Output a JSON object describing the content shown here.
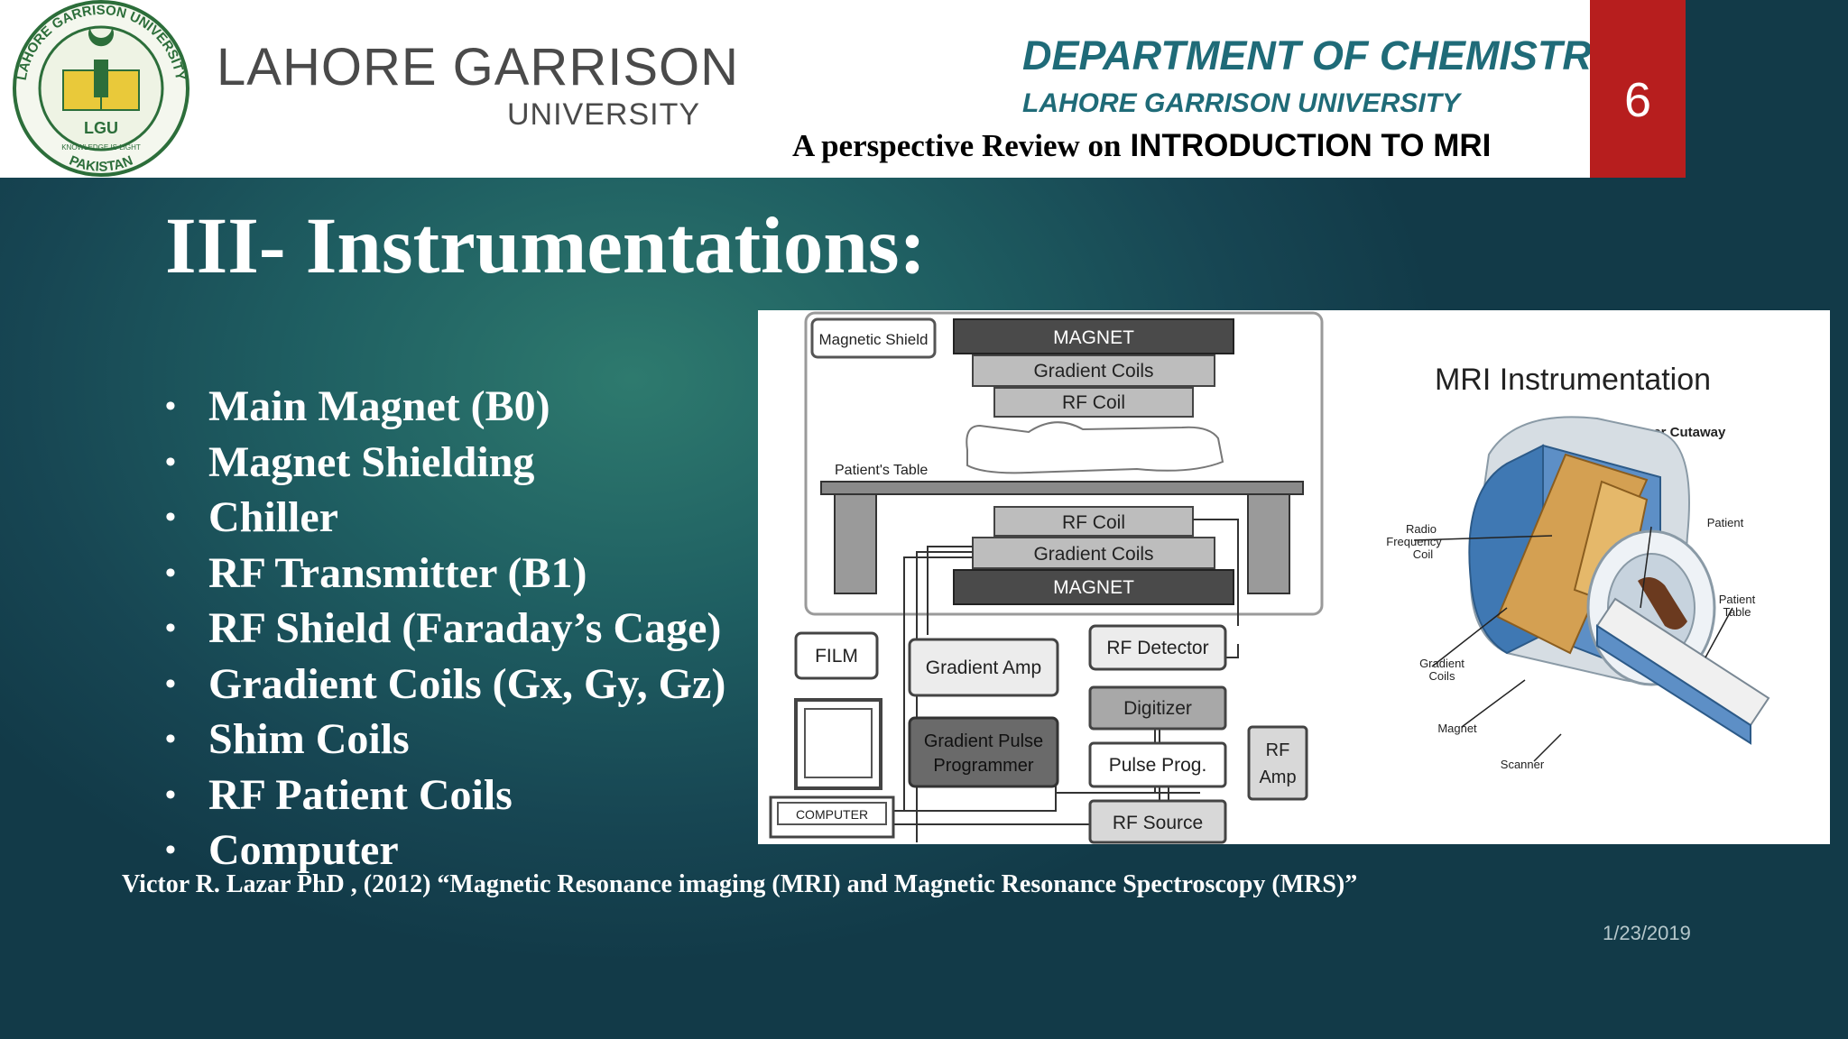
{
  "header": {
    "logo": {
      "ring_text_top": "LAHORE GARRISON UNIVERSITY",
      "ring_text_bottom": "PAKISTAN",
      "inner_text": "LGU",
      "motto": "KNOWLEDGE IS LIGHT"
    },
    "university_name": "LAHORE GARRISON",
    "university_sub": "UNIVERSITY",
    "department": "DEPARTMENT OF CHEMISTRY",
    "department_sub": "LAHORE GARRISON UNIVERSITY",
    "review_prefix": "A perspective Review on",
    "review_topic": "INTRODUCTION TO MRI"
  },
  "slide_number": "6",
  "title": "III- Instrumentations:",
  "bullets": [
    "Main Magnet (B0)",
    "Magnet Shielding",
    "Chiller",
    "RF Transmitter (B1)",
    "RF Shield (Faraday’s Cage)",
    "Gradient Coils (Gx, Gy, Gz)",
    "Shim Coils",
    "RF Patient Coils",
    "Computer"
  ],
  "bullet_char": "•",
  "figure": {
    "magnetic_shield": "Magnetic Shield",
    "magnet_top": "MAGNET",
    "gradient_coils_top": "Gradient Coils",
    "rf_coil_top": "RF Coil",
    "patients_table": "Patient's Table",
    "rf_coil_bottom": "RF Coil",
    "gradient_coils_bottom": "Gradient Coils",
    "magnet_bottom": "MAGNET",
    "film": "FILM",
    "gradient_amp": "Gradient Amp",
    "rf_detector": "RF Detector",
    "digitizer": "Digitizer",
    "gradient_pulse_line1": "Gradient Pulse",
    "gradient_pulse_line2": "Programmer",
    "pulse_prog": "Pulse Prog.",
    "rf_amp_line1": "RF",
    "rf_amp_line2": "Amp",
    "computer": "COMPUTER",
    "rf_source": "RF Source",
    "mri_title": "MRI Instrumentation",
    "cutaway_title": "MRI Scanner Cutaway",
    "label_rf_line1": "Radio",
    "label_rf_line2": "Frequency",
    "label_rf_line3": "Coil",
    "label_patient": "Patient",
    "label_patient_table_line1": "Patient",
    "label_patient_table_line2": "Table",
    "label_gradient_line1": "Gradient",
    "label_gradient_line2": "Coils",
    "label_magnet": "Magnet",
    "label_scanner": "Scanner"
  },
  "citation": "Victor R. Lazar PhD , (2012) “Magnetic Resonance imaging (MRI) and Magnetic Resonance Spectroscopy (MRS)”",
  "date": "1/23/2019",
  "colors": {
    "accent_red": "#b71e1e",
    "department_teal": "#1f6b78",
    "background_teal": "#1f5f62"
  }
}
